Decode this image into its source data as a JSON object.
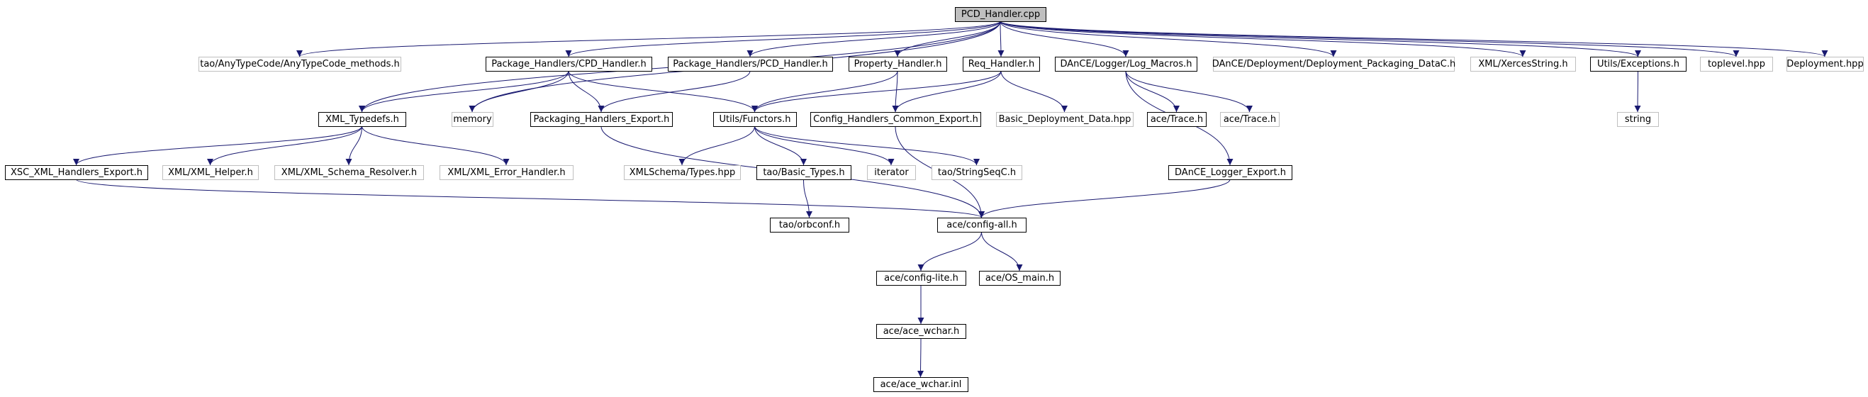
{
  "colors": {
    "edge": "#191970",
    "root_fill": "#bfbfbf",
    "node_border": "#000000",
    "external_border": "#bfbfbf",
    "text": "#000000",
    "background": "#ffffff"
  },
  "nodes": [
    {
      "id": "pcd_handler_cpp",
      "label": "PCD_Handler.cpp",
      "kind": "root"
    },
    {
      "id": "anytypecode_methods",
      "label": "tao/AnyTypeCode/AnyTypeCode_methods.h",
      "kind": "external"
    },
    {
      "id": "pkg_cpd_handler",
      "label": "Package_Handlers/CPD_Handler.h",
      "kind": "file"
    },
    {
      "id": "pkg_pcd_handler",
      "label": "Package_Handlers/PCD_Handler.h",
      "kind": "file"
    },
    {
      "id": "property_handler",
      "label": "Property_Handler.h",
      "kind": "file"
    },
    {
      "id": "req_handler",
      "label": "Req_Handler.h",
      "kind": "file"
    },
    {
      "id": "log_macros",
      "label": "DAnCE/Logger/Log_Macros.h",
      "kind": "file"
    },
    {
      "id": "deployment_packaging_datac",
      "label": "DAnCE/Deployment/Deployment_Packaging_DataC.h",
      "kind": "external"
    },
    {
      "id": "xerces_string",
      "label": "XML/XercesString.h",
      "kind": "external"
    },
    {
      "id": "utils_exceptions",
      "label": "Utils/Exceptions.h",
      "kind": "file"
    },
    {
      "id": "toplevel_hpp",
      "label": "toplevel.hpp",
      "kind": "external"
    },
    {
      "id": "deployment_hpp",
      "label": "Deployment.hpp",
      "kind": "external"
    },
    {
      "id": "xml_typedefs",
      "label": "XML_Typedefs.h",
      "kind": "file"
    },
    {
      "id": "memory",
      "label": "memory",
      "kind": "external"
    },
    {
      "id": "packaging_handlers_export",
      "label": "Packaging_Handlers_Export.h",
      "kind": "file"
    },
    {
      "id": "utils_functors",
      "label": "Utils/Functors.h",
      "kind": "file"
    },
    {
      "id": "config_handlers_common_export",
      "label": "Config_Handlers_Common_Export.h",
      "kind": "file"
    },
    {
      "id": "basic_deployment_data",
      "label": "Basic_Deployment_Data.hpp",
      "kind": "external"
    },
    {
      "id": "ace_trace_file",
      "label": "ace/Trace.h",
      "kind": "file"
    },
    {
      "id": "ace_trace_external",
      "label": "ace/Trace.h",
      "kind": "external"
    },
    {
      "id": "string",
      "label": "string",
      "kind": "external"
    },
    {
      "id": "xsc_xml_handlers_export",
      "label": "XSC_XML_Handlers_Export.h",
      "kind": "file"
    },
    {
      "id": "xml_helper",
      "label": "XML/XML_Helper.h",
      "kind": "external"
    },
    {
      "id": "xml_schema_resolver",
      "label": "XML/XML_Schema_Resolver.h",
      "kind": "external"
    },
    {
      "id": "xml_error_handler",
      "label": "XML/XML_Error_Handler.h",
      "kind": "external"
    },
    {
      "id": "xmlschema_types",
      "label": "XMLSchema/Types.hpp",
      "kind": "external"
    },
    {
      "id": "tao_basic_types",
      "label": "tao/Basic_Types.h",
      "kind": "file"
    },
    {
      "id": "iterator",
      "label": "iterator",
      "kind": "external"
    },
    {
      "id": "tao_stringseqc",
      "label": "tao/StringSeqC.h",
      "kind": "external"
    },
    {
      "id": "dance_logger_export",
      "label": "DAnCE_Logger_Export.h",
      "kind": "file"
    },
    {
      "id": "tao_orbconf",
      "label": "tao/orbconf.h",
      "kind": "file"
    },
    {
      "id": "ace_config_all",
      "label": "ace/config-all.h",
      "kind": "file"
    },
    {
      "id": "ace_config_lite",
      "label": "ace/config-lite.h",
      "kind": "file"
    },
    {
      "id": "ace_os_main",
      "label": "ace/OS_main.h",
      "kind": "file"
    },
    {
      "id": "ace_ace_wchar_h",
      "label": "ace/ace_wchar.h",
      "kind": "file"
    },
    {
      "id": "ace_ace_wchar_inl",
      "label": "ace/ace_wchar.inl",
      "kind": "file"
    }
  ],
  "edges": [
    [
      "pcd_handler_cpp",
      "anytypecode_methods"
    ],
    [
      "pcd_handler_cpp",
      "pkg_cpd_handler"
    ],
    [
      "pcd_handler_cpp",
      "pkg_pcd_handler"
    ],
    [
      "pcd_handler_cpp",
      "property_handler"
    ],
    [
      "pcd_handler_cpp",
      "req_handler"
    ],
    [
      "pcd_handler_cpp",
      "log_macros"
    ],
    [
      "pcd_handler_cpp",
      "deployment_packaging_datac"
    ],
    [
      "pcd_handler_cpp",
      "xerces_string"
    ],
    [
      "pcd_handler_cpp",
      "utils_exceptions"
    ],
    [
      "pcd_handler_cpp",
      "toplevel_hpp"
    ],
    [
      "pcd_handler_cpp",
      "deployment_hpp"
    ],
    [
      "pcd_handler_cpp",
      "xml_typedefs"
    ],
    [
      "pcd_handler_cpp",
      "memory"
    ],
    [
      "pkg_cpd_handler",
      "xml_typedefs"
    ],
    [
      "pkg_cpd_handler",
      "memory"
    ],
    [
      "pkg_cpd_handler",
      "packaging_handlers_export"
    ],
    [
      "pkg_cpd_handler",
      "utils_functors"
    ],
    [
      "pkg_pcd_handler",
      "packaging_handlers_export"
    ],
    [
      "property_handler",
      "utils_functors"
    ],
    [
      "property_handler",
      "config_handlers_common_export"
    ],
    [
      "req_handler",
      "utils_functors"
    ],
    [
      "req_handler",
      "config_handlers_common_export"
    ],
    [
      "req_handler",
      "basic_deployment_data"
    ],
    [
      "log_macros",
      "ace_trace_file"
    ],
    [
      "log_macros",
      "ace_trace_external"
    ],
    [
      "log_macros",
      "dance_logger_export"
    ],
    [
      "utils_exceptions",
      "string"
    ],
    [
      "xml_typedefs",
      "xsc_xml_handlers_export"
    ],
    [
      "xml_typedefs",
      "xml_helper"
    ],
    [
      "xml_typedefs",
      "xml_schema_resolver"
    ],
    [
      "xml_typedefs",
      "xml_error_handler"
    ],
    [
      "utils_functors",
      "xmlschema_types"
    ],
    [
      "utils_functors",
      "tao_basic_types"
    ],
    [
      "utils_functors",
      "iterator"
    ],
    [
      "utils_functors",
      "tao_stringseqc"
    ],
    [
      "tao_basic_types",
      "tao_orbconf"
    ],
    [
      "xsc_xml_handlers_export",
      "ace_config_all"
    ],
    [
      "packaging_handlers_export",
      "ace_config_all"
    ],
    [
      "config_handlers_common_export",
      "ace_config_all"
    ],
    [
      "dance_logger_export",
      "ace_config_all"
    ],
    [
      "ace_config_all",
      "ace_config_lite"
    ],
    [
      "ace_config_all",
      "ace_os_main"
    ],
    [
      "ace_config_lite",
      "ace_ace_wchar_h"
    ],
    [
      "ace_ace_wchar_h",
      "ace_ace_wchar_inl"
    ]
  ]
}
